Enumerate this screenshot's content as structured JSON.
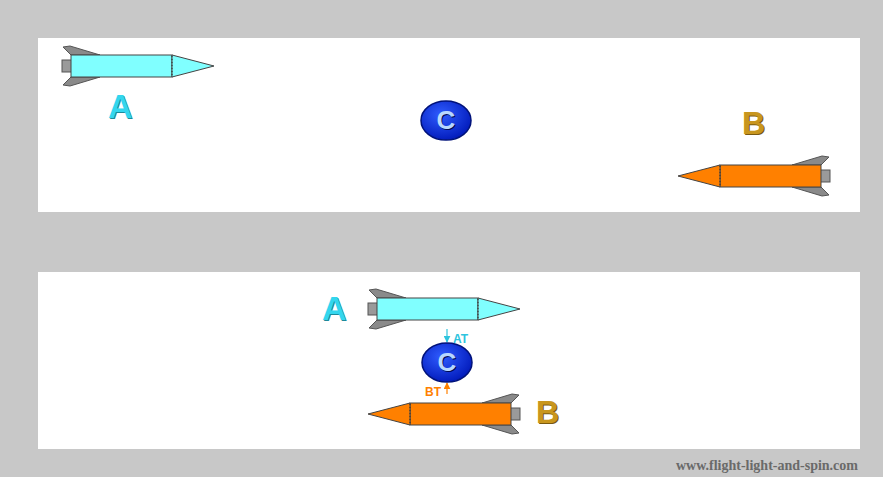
{
  "diagram": {
    "nodes": [
      {
        "text": [
          "A"
        ]
      },
      {
        "text": [
          "C"
        ]
      },
      {
        "text": [
          "B"
        ]
      },
      {
        "text": [
          "A"
        ]
      },
      {
        "text": [
          "C"
        ]
      },
      {
        "text": [
          "B"
        ]
      }
    ],
    "edges": [
      {
        "from": 3,
        "to": 4,
        "arrow": "to",
        "label": "AT"
      },
      {
        "from": 5,
        "to": 4,
        "arrow": "to",
        "label": "BT"
      }
    ],
    "labels": [
      "www.flight-light-and-spin.com"
    ]
  }
}
